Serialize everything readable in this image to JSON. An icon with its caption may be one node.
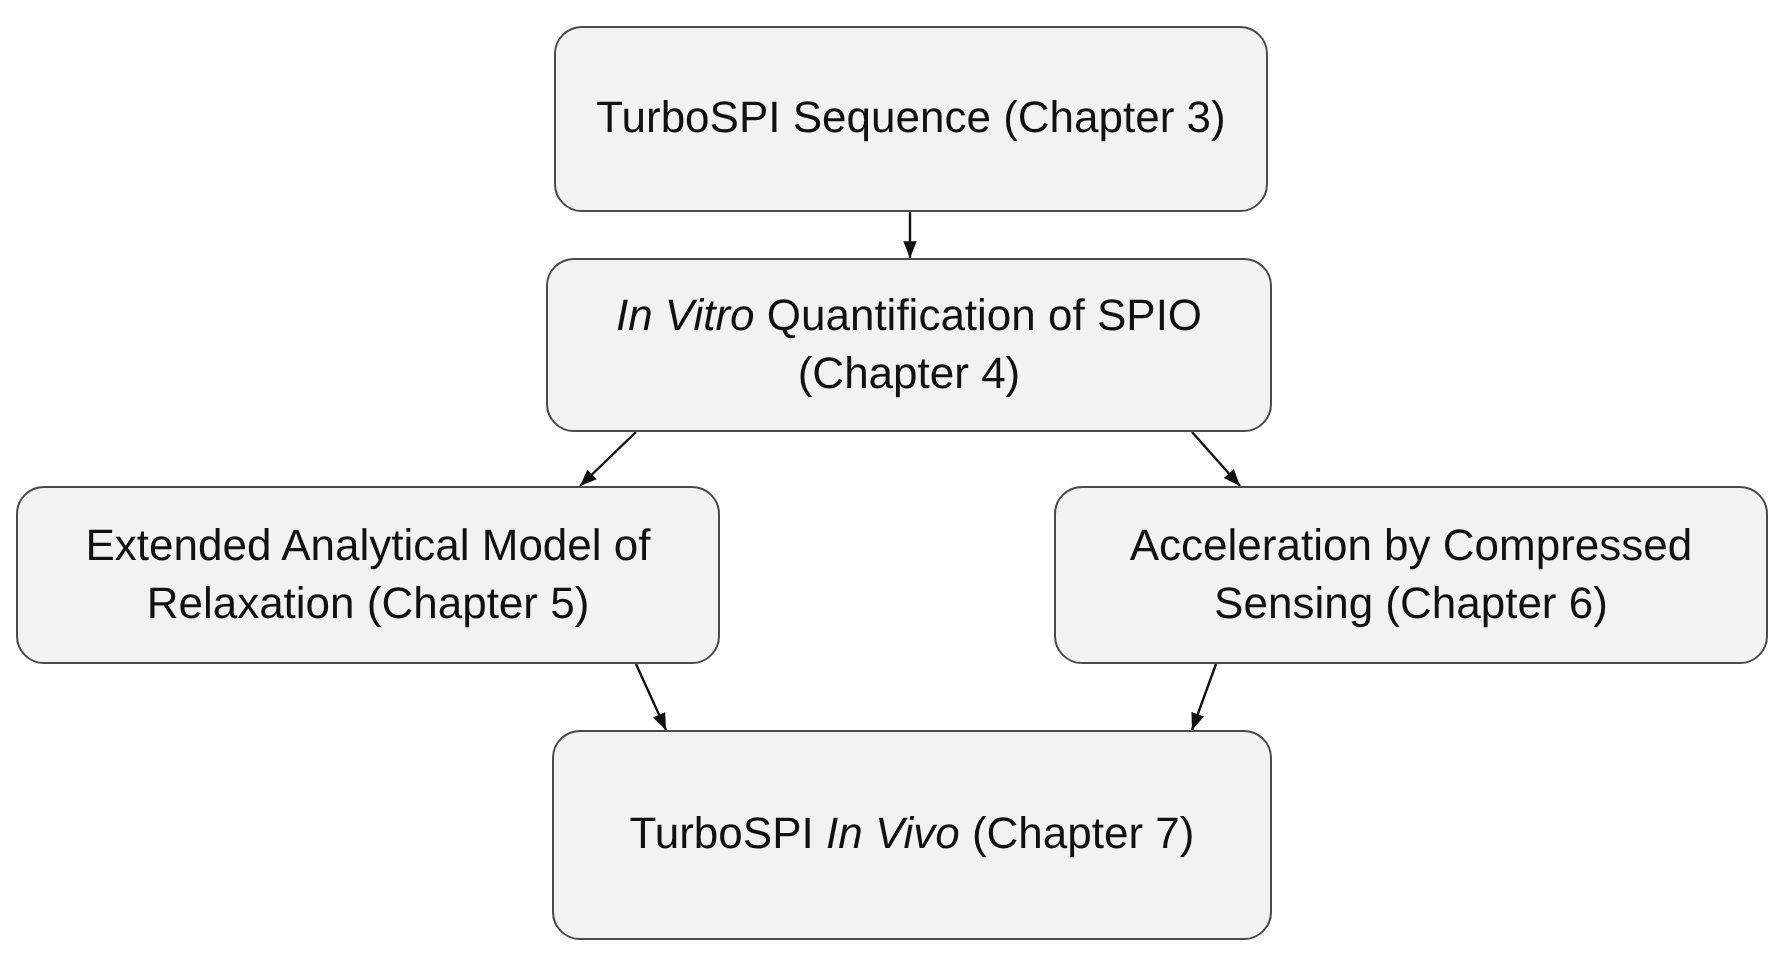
{
  "diagram": {
    "nodes": [
      {
        "text": [
          "TurboSPI Sequence (Chapter 3)"
        ]
      },
      {
        "text": [
          "*In Vitro* Quantification of SPIO (Chapter 4)"
        ]
      },
      {
        "text": [
          "Extended Analytical Model of Relaxation (Chapter 5)"
        ]
      },
      {
        "text": [
          "Acceleration by Compressed Sensing (Chapter 6)"
        ]
      },
      {
        "text": [
          "TurboSPI *In Vivo* (Chapter 7)"
        ]
      }
    ],
    "edges": [
      {
        "from": 0,
        "to": 1,
        "arrow": "to"
      },
      {
        "from": 1,
        "to": 2,
        "arrow": "to"
      },
      {
        "from": 1,
        "to": 3,
        "arrow": "to"
      },
      {
        "from": 2,
        "to": 4,
        "arrow": "to"
      },
      {
        "from": 3,
        "to": 4,
        "arrow": "to"
      }
    ]
  }
}
